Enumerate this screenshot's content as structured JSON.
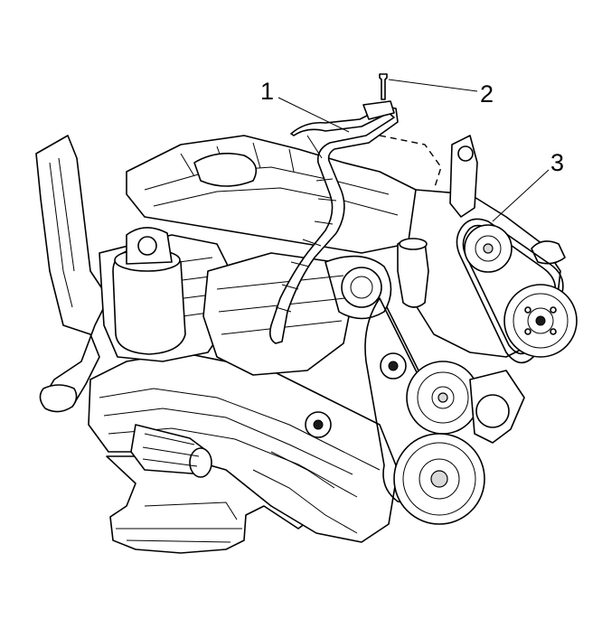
{
  "callouts": [
    {
      "number": "1",
      "target": "crankcase-vent-hose"
    },
    {
      "number": "2",
      "target": "bolt"
    },
    {
      "number": "3",
      "target": "drive-belt"
    }
  ],
  "colors": {
    "line": "#000000",
    "background": "#ffffff"
  }
}
